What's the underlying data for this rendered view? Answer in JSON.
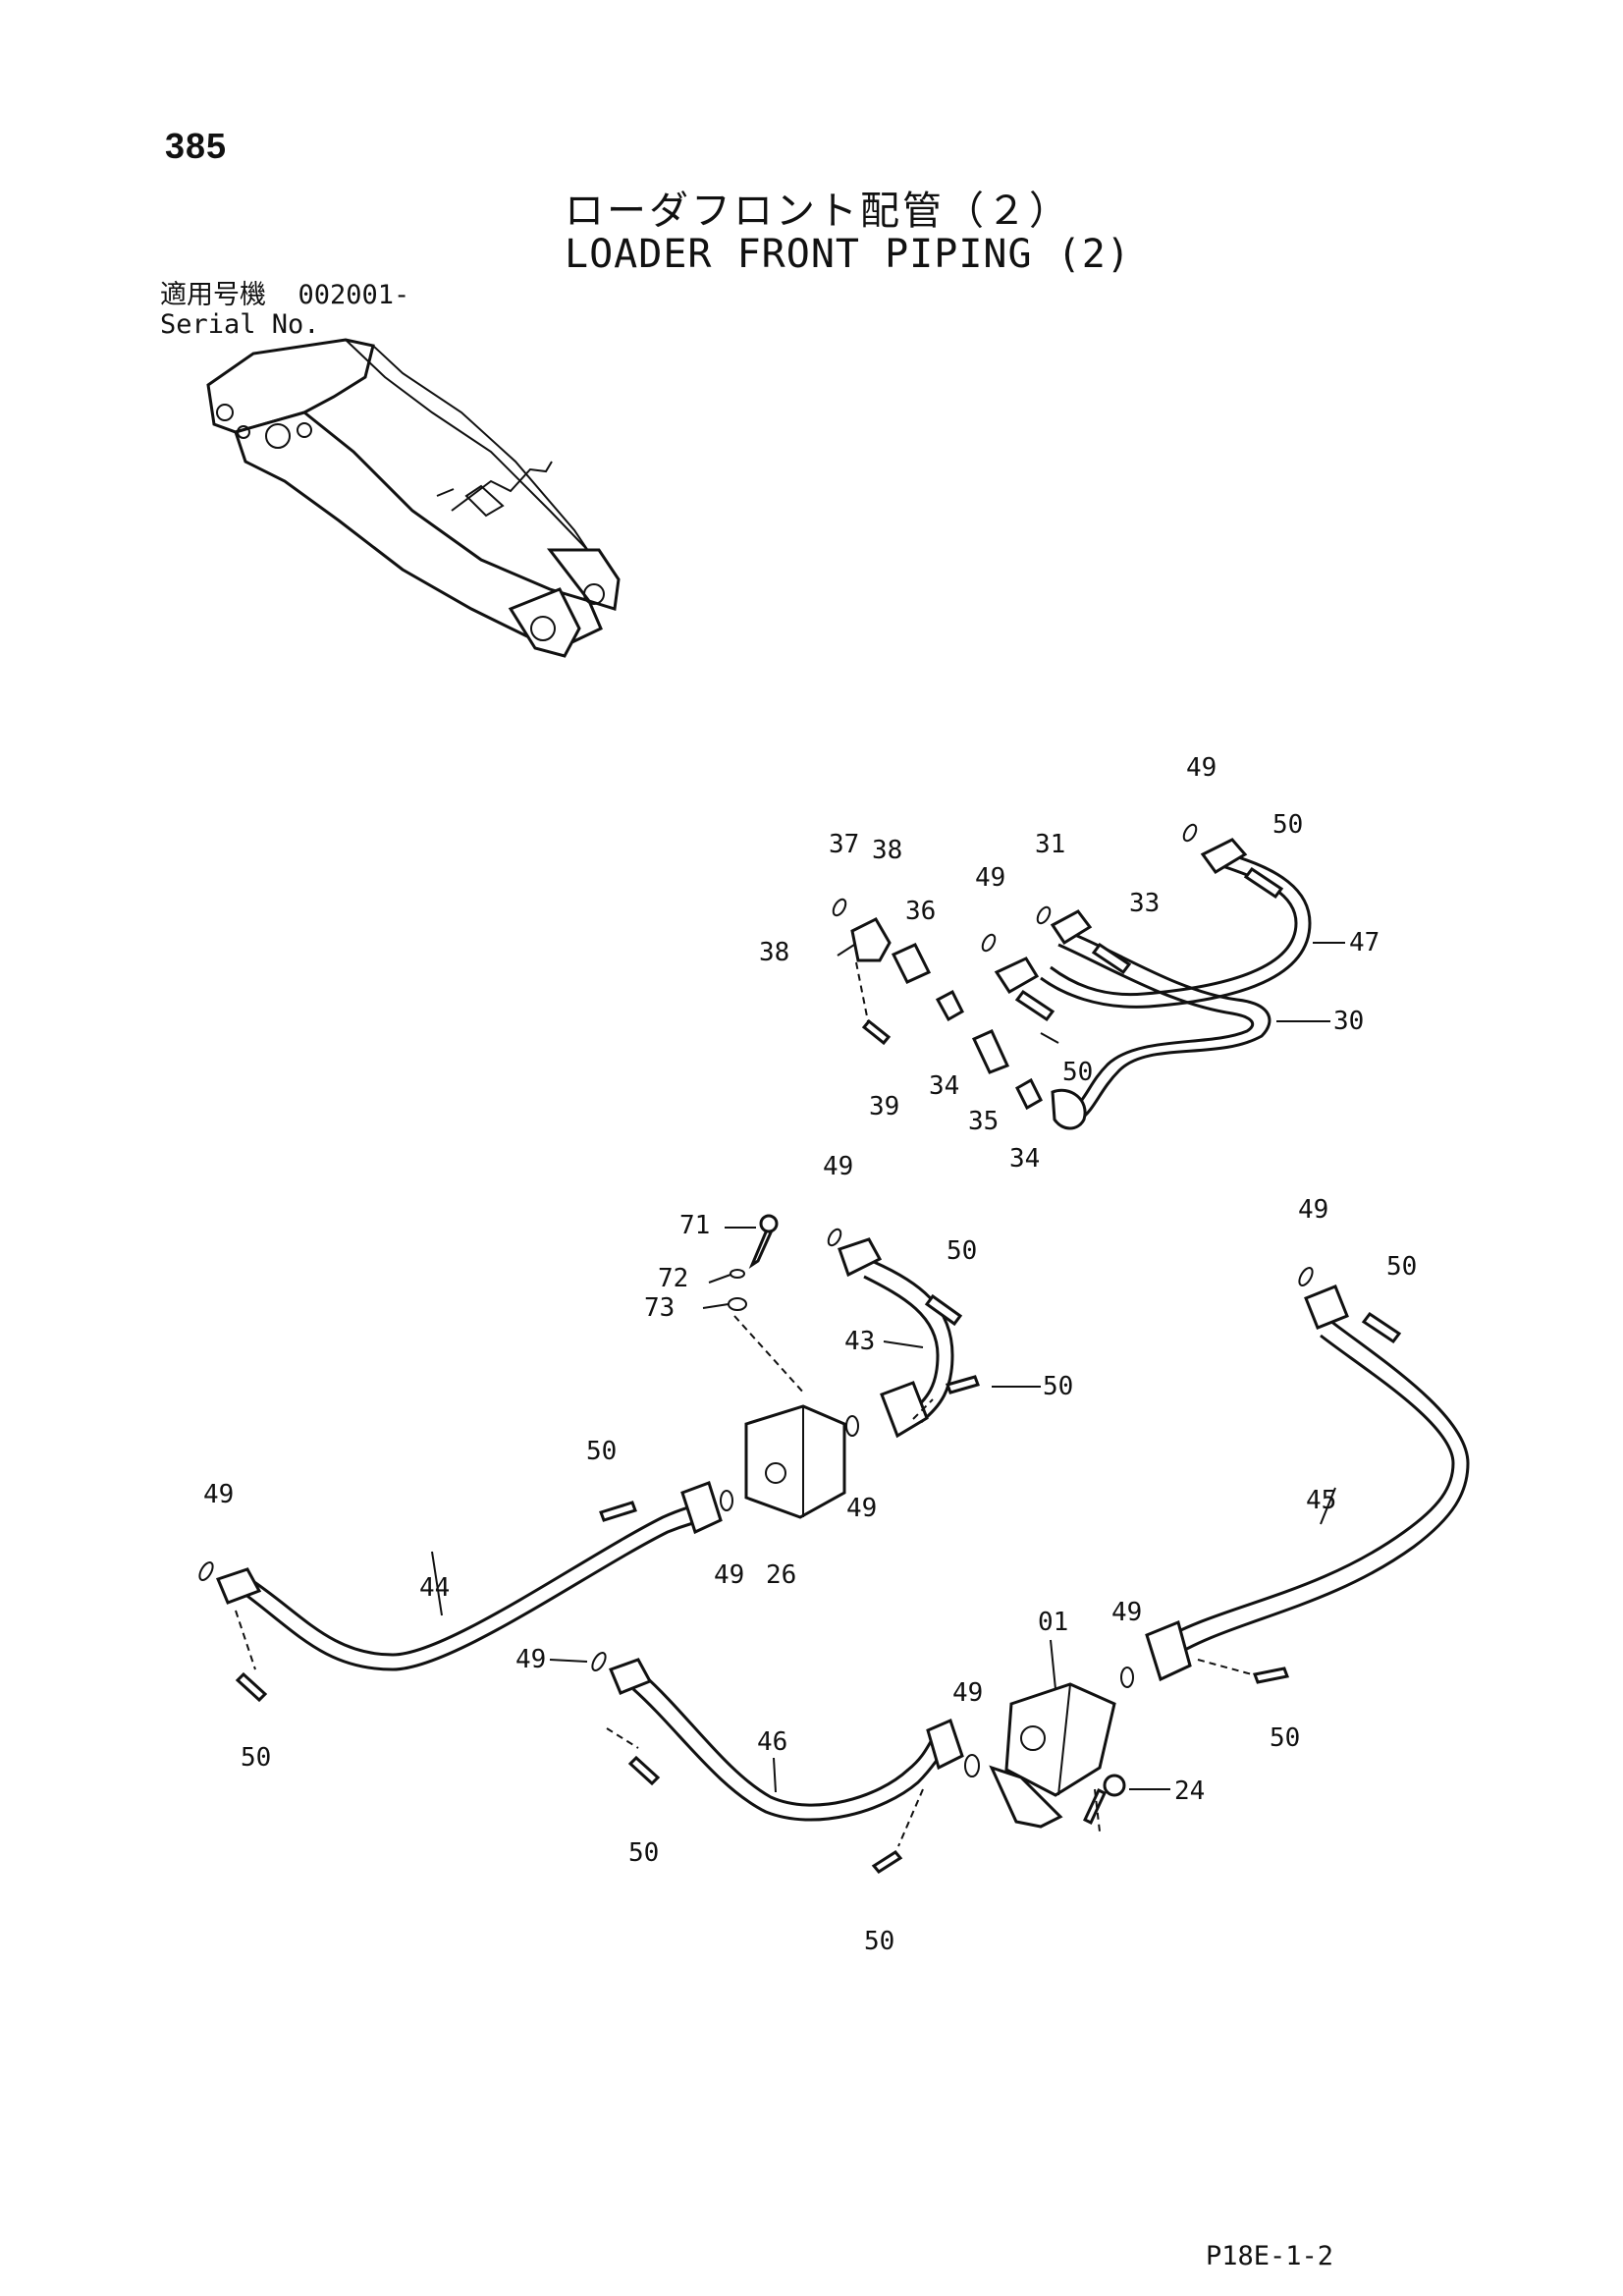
{
  "page": {
    "number": "385",
    "code": "P18E-1-2"
  },
  "title": {
    "japanese": "ローダフロント配管（２）",
    "english": "LOADER FRONT PIPING (2)"
  },
  "serial": {
    "label_jp": "適用号機",
    "value": "002001-",
    "label_en": "Serial No."
  },
  "labels": {
    "upper_group": [
      "49",
      "50",
      "37",
      "38",
      "31",
      "49",
      "47",
      "38",
      "36",
      "33",
      "30",
      "50",
      "39",
      "34",
      "35",
      "34"
    ],
    "middle_group": [
      "49",
      "71",
      "50",
      "72",
      "73",
      "43",
      "50",
      "49",
      "50",
      "49",
      "50",
      "49",
      "26",
      "44",
      "45"
    ],
    "lower_group": [
      "49",
      "01",
      "49",
      "46",
      "49",
      "24",
      "50",
      "50",
      "50",
      "50"
    ]
  }
}
